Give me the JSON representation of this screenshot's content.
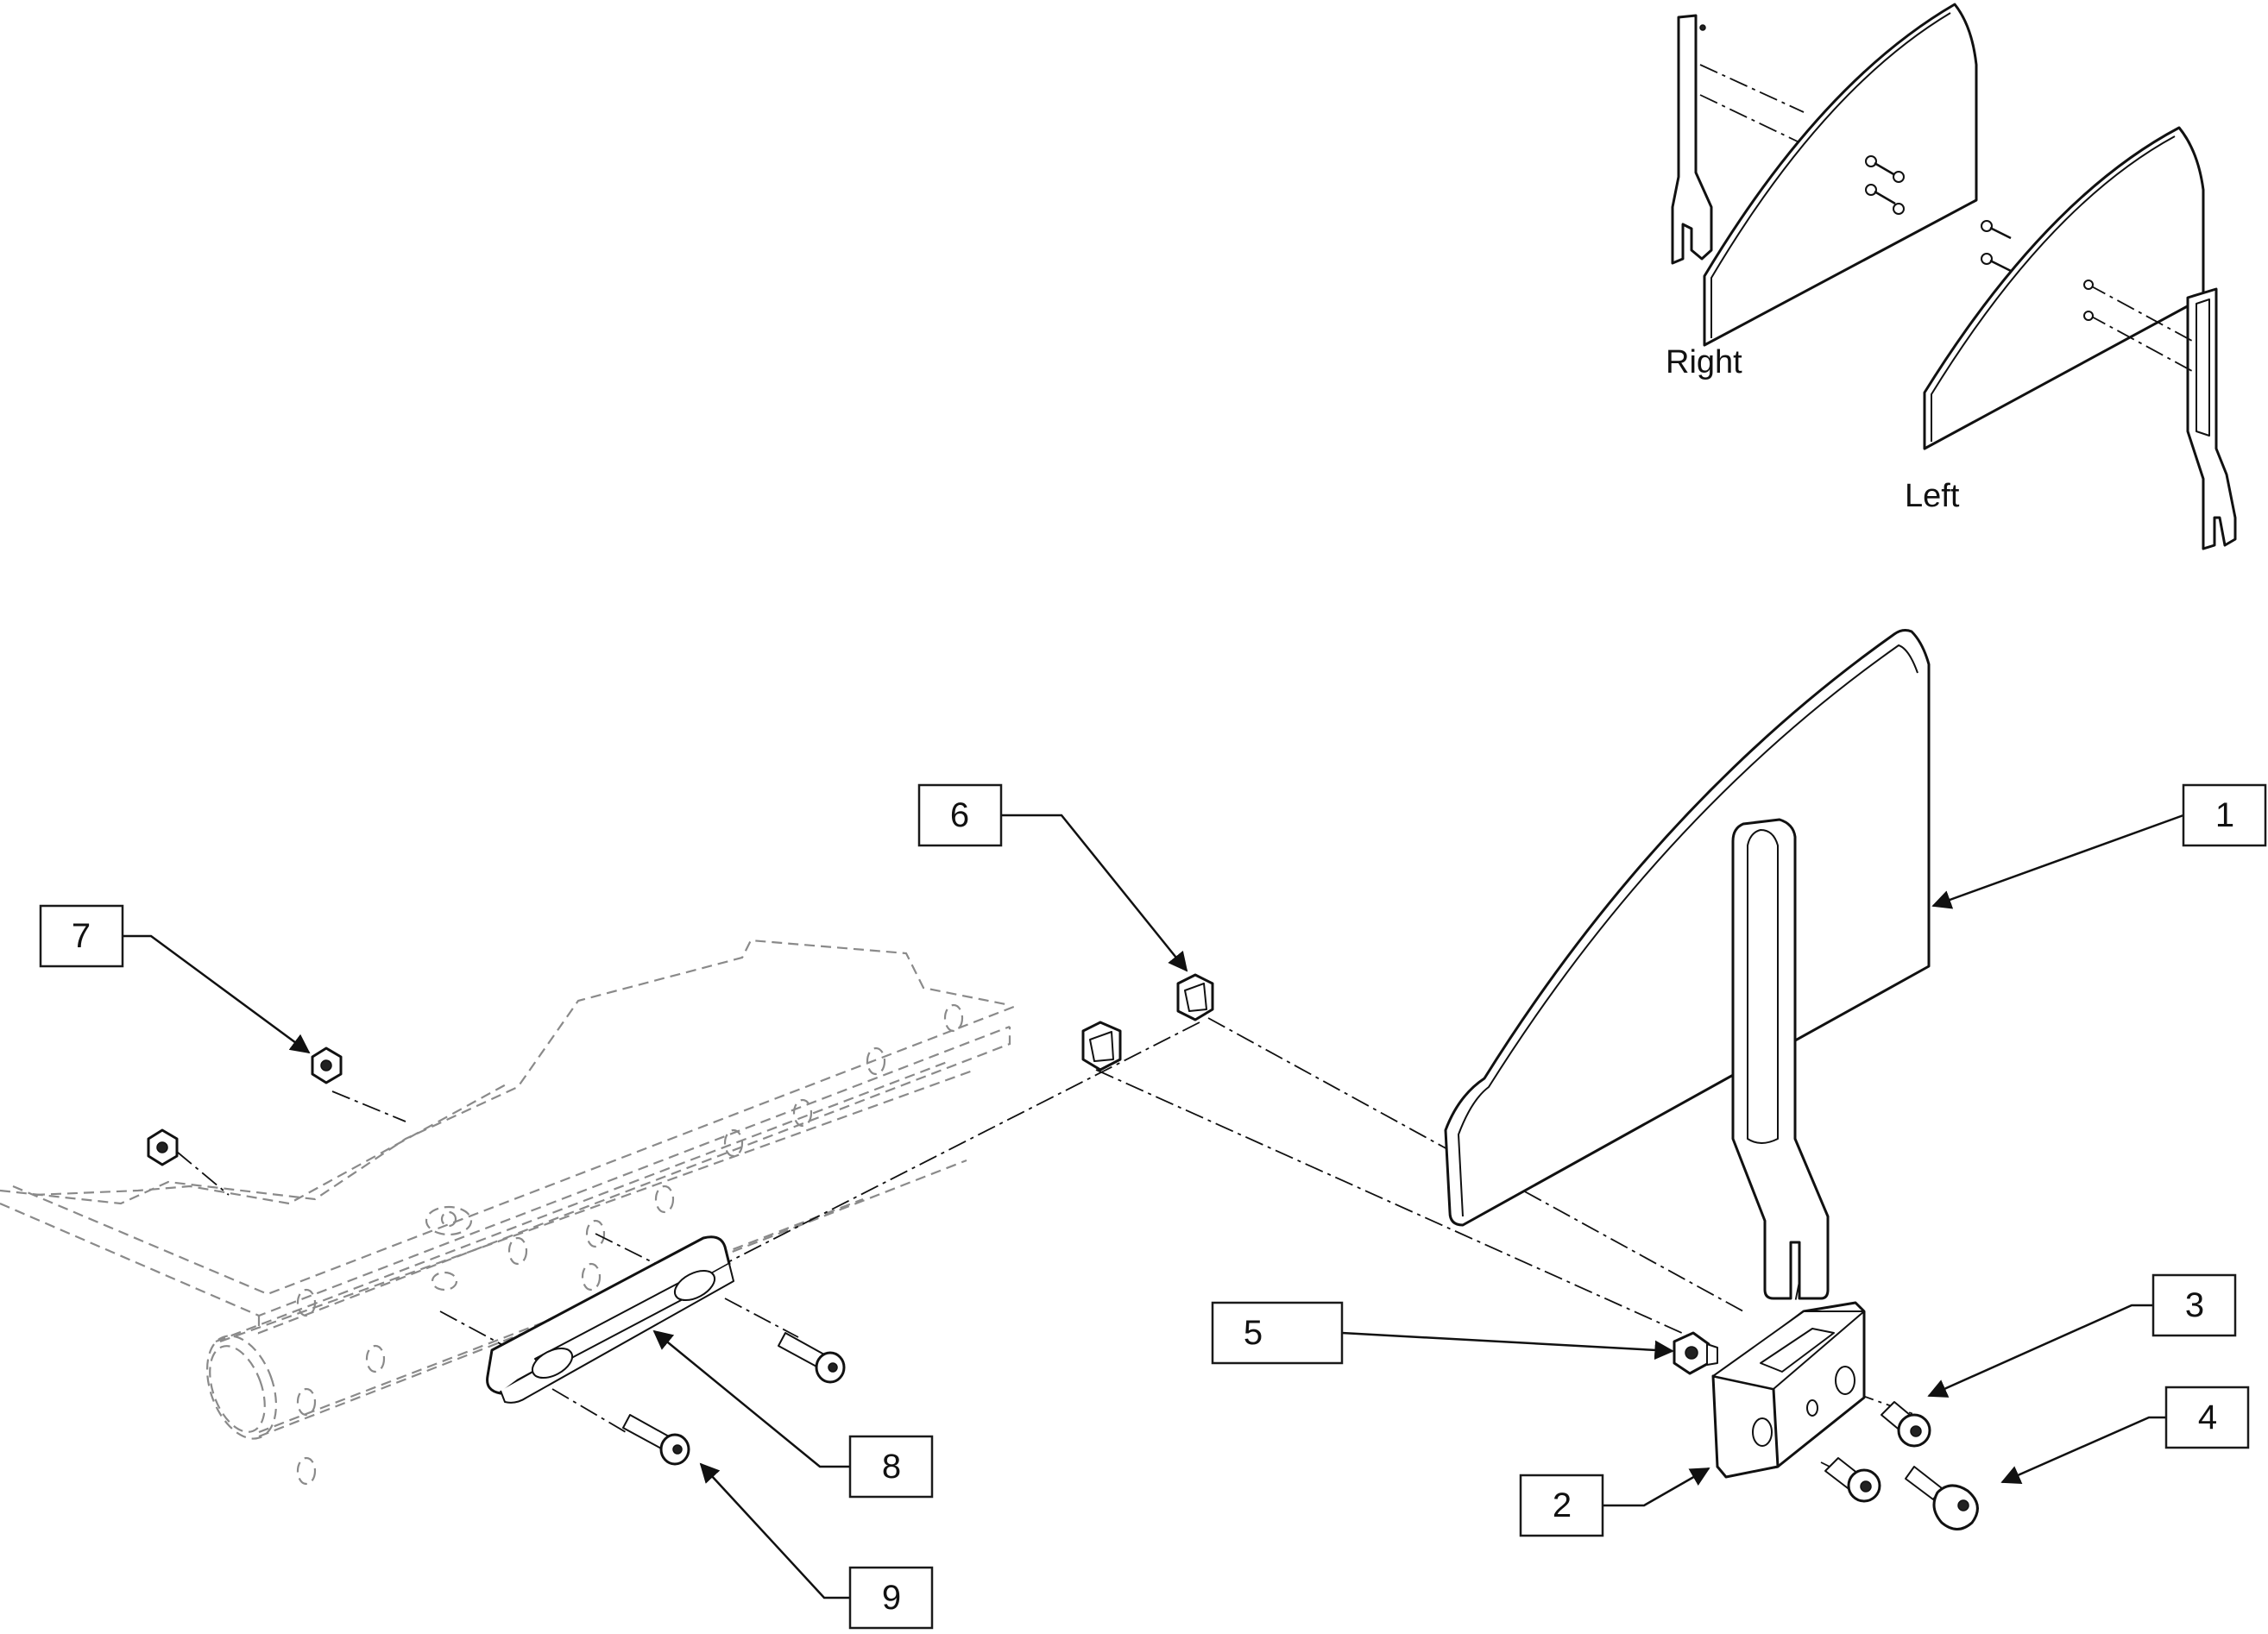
{
  "diagram": {
    "inset_labels": {
      "right": "Right",
      "left": "Left"
    },
    "callouts": [
      {
        "id": "c1",
        "number": "1"
      },
      {
        "id": "c2",
        "number": "2"
      },
      {
        "id": "c3",
        "number": "3"
      },
      {
        "id": "c4",
        "number": "4"
      },
      {
        "id": "c5",
        "number": "5"
      },
      {
        "id": "c6",
        "number": "6"
      },
      {
        "id": "c7",
        "number": "7"
      },
      {
        "id": "c8",
        "number": "8"
      },
      {
        "id": "c9",
        "number": "9"
      }
    ]
  }
}
